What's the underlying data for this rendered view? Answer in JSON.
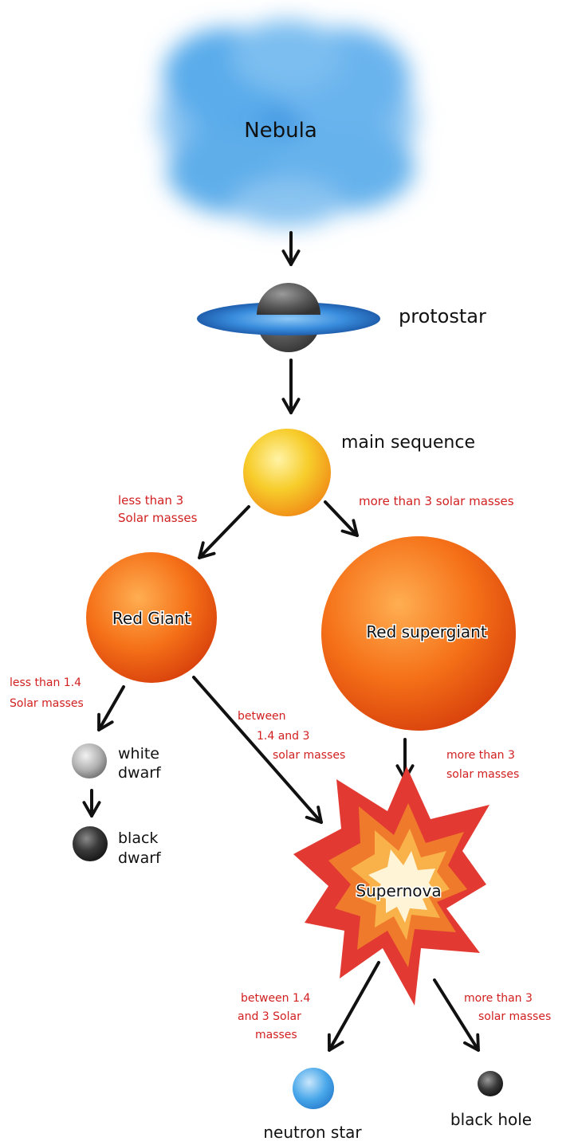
{
  "stages": {
    "nebula": "Nebula",
    "protostar": "protostar",
    "main_sequence": "main sequence",
    "red_giant": "Red Giant",
    "red_supergiant": "Red supergiant",
    "white_dwarf_1": "white",
    "white_dwarf_2": "dwarf",
    "black_dwarf_1": "black",
    "black_dwarf_2": "dwarf",
    "supernova": "Supernova",
    "neutron_star": "neutron star",
    "black_hole": "black hole"
  },
  "conditions": {
    "ms_low_1": "less than 3",
    "ms_low_2": "Solar masses",
    "ms_high": "more than 3 solar masses",
    "rg_low_1": "less than 1.4",
    "rg_low_2": "Solar masses",
    "rg_mid_1": "between",
    "rg_mid_2": "1.4 and 3",
    "rg_mid_3": "solar masses",
    "rsg_high_1": "more than 3",
    "rsg_high_2": "solar masses",
    "sn_mid_1": "between 1.4",
    "sn_mid_2": "and 3 Solar",
    "sn_mid_3": "masses",
    "sn_high_1": "more than 3",
    "sn_high_2": "solar masses"
  },
  "colors": {
    "nebula": "#4aa3e6",
    "disk": "#2b7fd0",
    "protostar": "#555555",
    "main_sequence": "#f6c21d",
    "red_giant": "#f26b10",
    "white_dwarf": "#9a9a9a",
    "black_dwarf": "#2d2d2d",
    "supernova_outer": "#e23a33",
    "supernova_inner": "#f9a23a",
    "neutron_star": "#4aa8ea",
    "black_hole": "#333333",
    "condition_text": "#d21f1f"
  }
}
